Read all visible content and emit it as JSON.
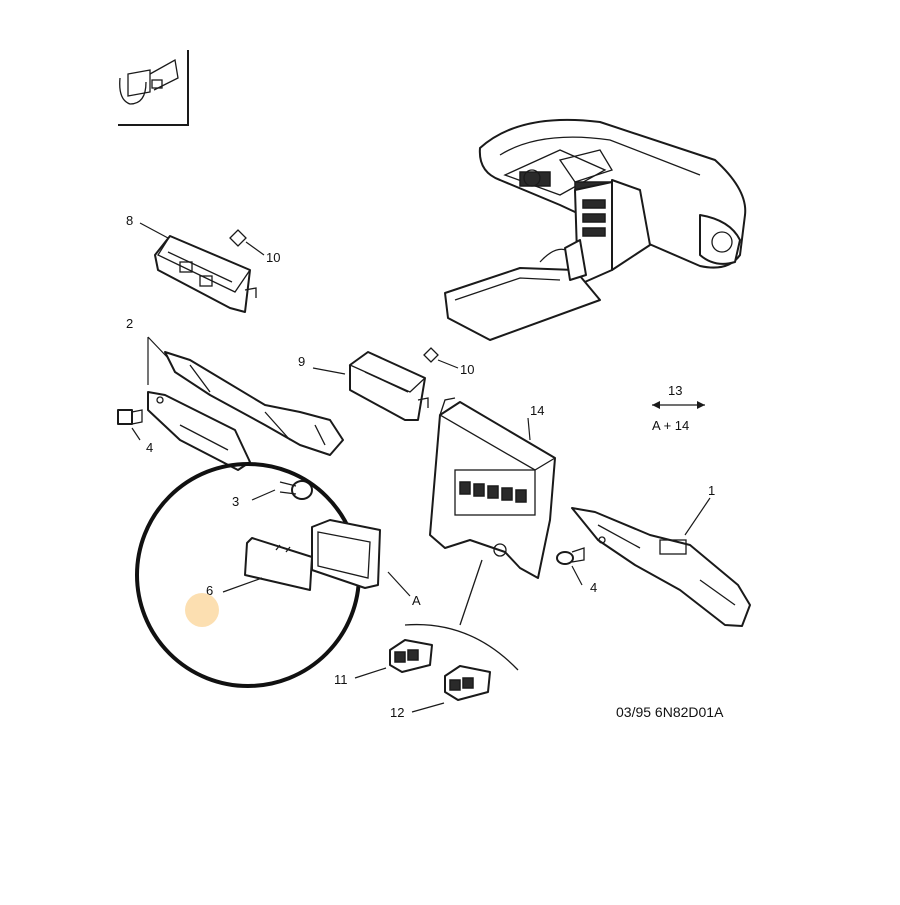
{
  "diagram": {
    "callouts": {
      "c1": "1",
      "c2": "2",
      "c3": "3",
      "c4_left": "4",
      "c4_right": "4",
      "c6": "6",
      "c8": "8",
      "c9": "9",
      "c10_top": "10",
      "c10_mid": "10",
      "c11": "11",
      "c12": "12",
      "c13": "13",
      "c14": "14",
      "cA": "A",
      "cA_plus_14": "A + 14"
    },
    "reference_code": "03/95  6N82D01A",
    "highlight_color": "#fcd9a3",
    "circle_color": "#111111"
  }
}
